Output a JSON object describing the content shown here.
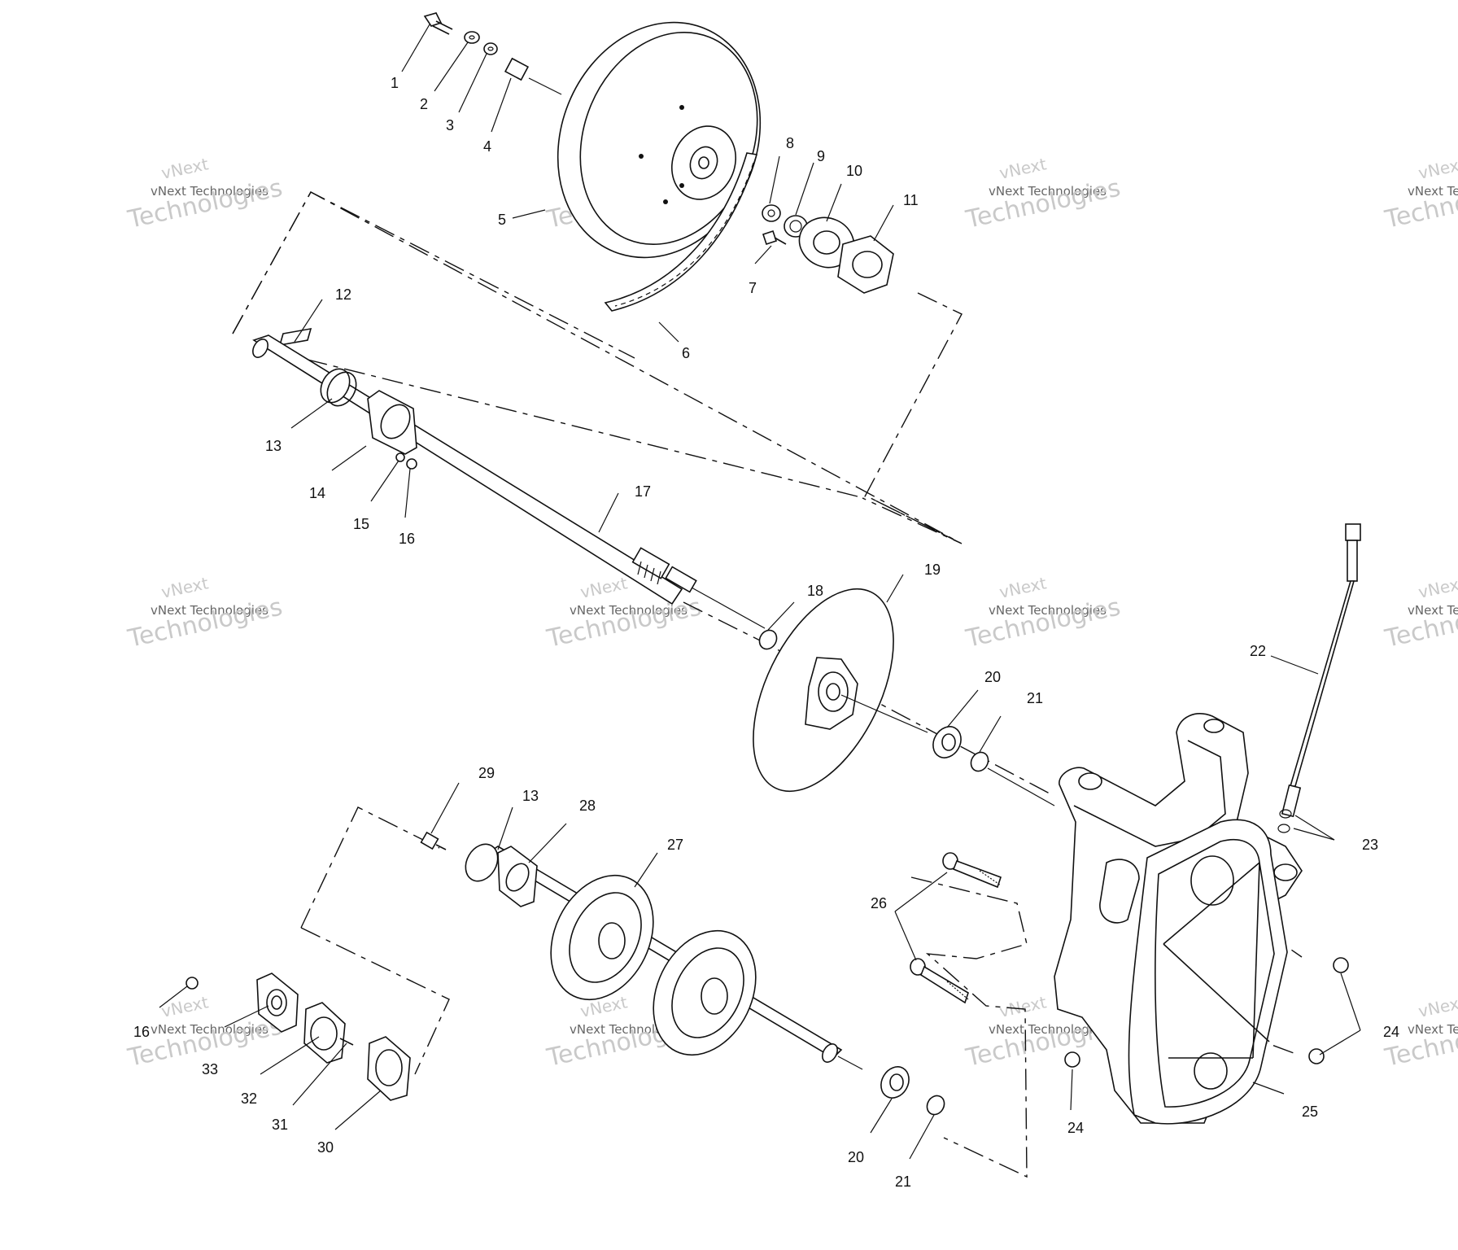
{
  "diagram": {
    "callouts": [
      {
        "id": "c1",
        "text": "1"
      },
      {
        "id": "c2",
        "text": "2"
      },
      {
        "id": "c3",
        "text": "3"
      },
      {
        "id": "c4",
        "text": "4"
      },
      {
        "id": "c5",
        "text": "5"
      },
      {
        "id": "c6",
        "text": "6"
      },
      {
        "id": "c7",
        "text": "7"
      },
      {
        "id": "c8",
        "text": "8"
      },
      {
        "id": "c9",
        "text": "9"
      },
      {
        "id": "c10",
        "text": "10"
      },
      {
        "id": "c11",
        "text": "11"
      },
      {
        "id": "c12",
        "text": "12"
      },
      {
        "id": "c13a",
        "text": "13"
      },
      {
        "id": "c14",
        "text": "14"
      },
      {
        "id": "c15",
        "text": "15"
      },
      {
        "id": "c16a",
        "text": "16"
      },
      {
        "id": "c17",
        "text": "17"
      },
      {
        "id": "c18",
        "text": "18"
      },
      {
        "id": "c19",
        "text": "19"
      },
      {
        "id": "c20a",
        "text": "20"
      },
      {
        "id": "c21a",
        "text": "21"
      },
      {
        "id": "c22",
        "text": "22"
      },
      {
        "id": "c23",
        "text": "23"
      },
      {
        "id": "c24a",
        "text": "24"
      },
      {
        "id": "c25",
        "text": "25"
      },
      {
        "id": "c26",
        "text": "26"
      },
      {
        "id": "c27",
        "text": "27"
      },
      {
        "id": "c28",
        "text": "28"
      },
      {
        "id": "c29",
        "text": "29"
      },
      {
        "id": "c13b",
        "text": "13"
      },
      {
        "id": "c16b",
        "text": "16"
      },
      {
        "id": "c33",
        "text": "33"
      },
      {
        "id": "c32",
        "text": "32"
      },
      {
        "id": "c31",
        "text": "31"
      },
      {
        "id": "c30",
        "text": "30"
      },
      {
        "id": "c24b",
        "text": "24"
      },
      {
        "id": "c20b",
        "text": "20"
      },
      {
        "id": "c21b",
        "text": "21"
      }
    ],
    "watermark": {
      "line1": "vNext",
      "line2": "vNext Technologies",
      "line3": "Technologies"
    }
  },
  "colors": {
    "ink": "#111111",
    "watermark": "#c9c9c9",
    "background": "#ffffff"
  }
}
